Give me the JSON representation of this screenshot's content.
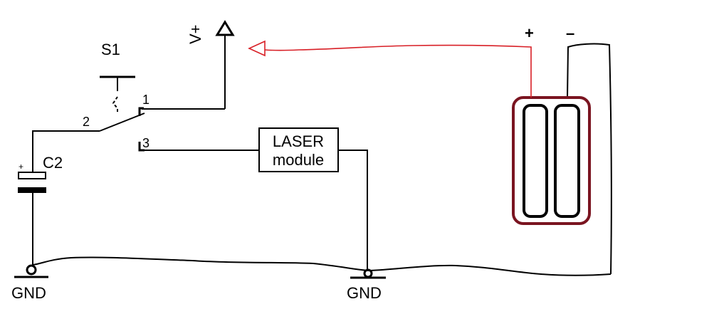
{
  "schematic": {
    "switch_label": "S1",
    "pin_1": "1",
    "pin_2": "2",
    "pin_3": "3",
    "supply_label": "V+",
    "capacitor_label": "C2",
    "capacitor_plus": "+",
    "module_line1": "LASER",
    "module_line2": "module",
    "ground_left": "GND",
    "ground_right": "GND",
    "battery_plus": "+",
    "battery_minus": "–"
  },
  "colors": {
    "wire": "#000000",
    "positive_wire": "#d81f26",
    "battery_outline": "#7a1420"
  }
}
